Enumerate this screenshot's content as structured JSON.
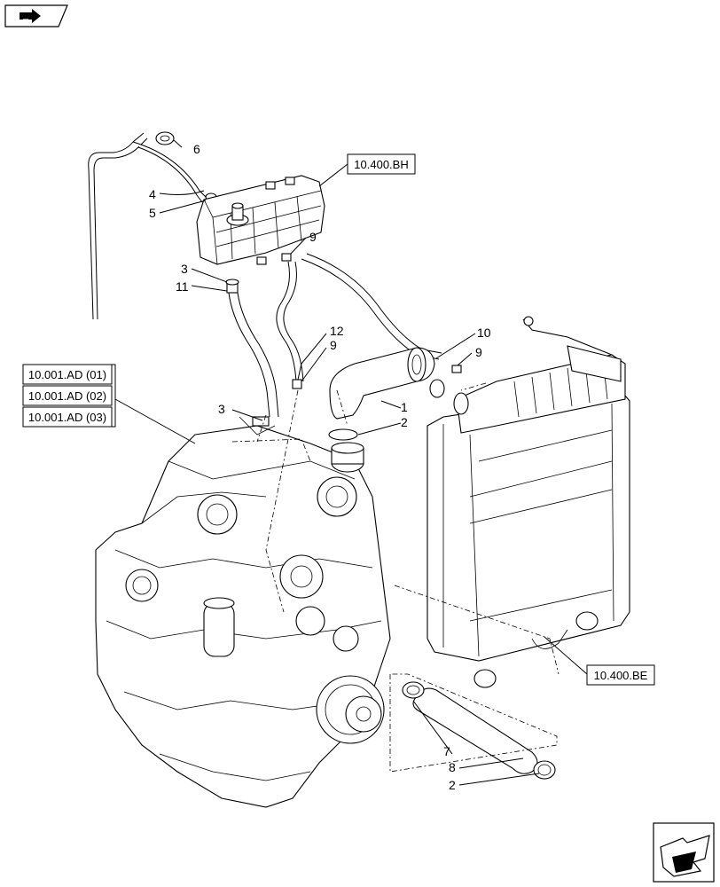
{
  "nav": {
    "top_icon": "previous-page-icon",
    "bottom_icon": "next-page-icon"
  },
  "references": {
    "expansion_tank": "10.400.BH",
    "engine_1": "10.001.AD (01)",
    "engine_2": "10.001.AD (02)",
    "engine_3": "10.001.AD (03)",
    "radiator": "10.400.BE"
  },
  "callouts": {
    "c6": "6",
    "c4": "4",
    "c5": "5",
    "c9a": "9",
    "c3a": "3",
    "c11": "11",
    "c12": "12",
    "c9b": "9",
    "c10": "10",
    "c9c": "9",
    "c1": "1",
    "c2a": "2",
    "c3b": "3",
    "c7": "7",
    "c8": "8",
    "c2b": "2"
  }
}
